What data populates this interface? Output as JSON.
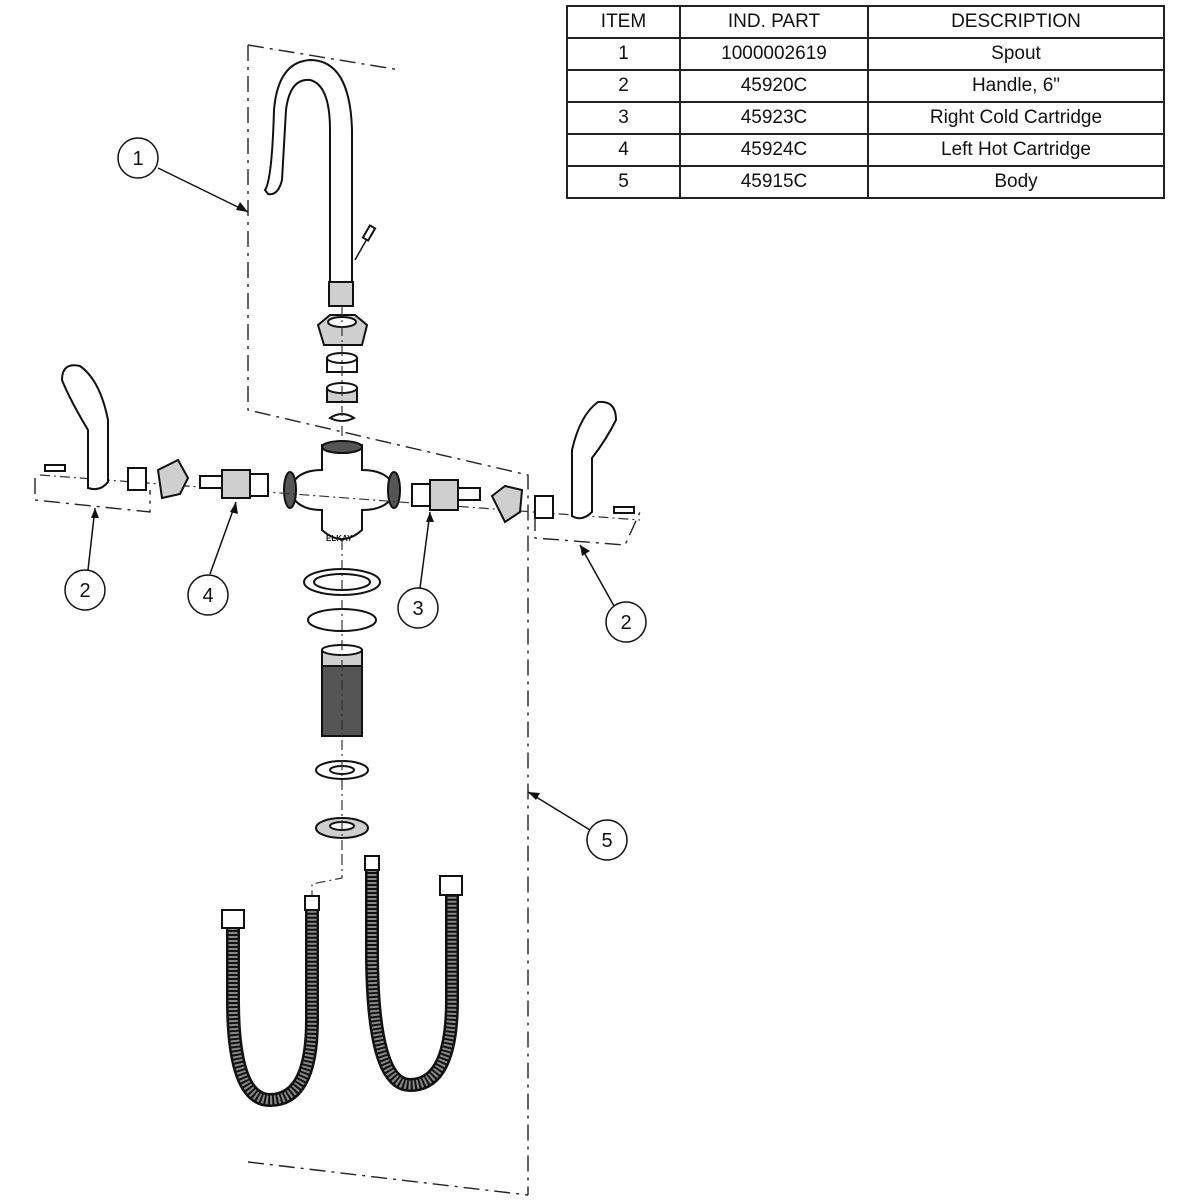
{
  "parts_table": {
    "headers": [
      "ITEM",
      "IND. PART",
      "DESCRIPTION"
    ],
    "rows": [
      {
        "item": "1",
        "part": "1000002619",
        "description": "Spout"
      },
      {
        "item": "2",
        "part": "45920C",
        "description": "Handle, 6\""
      },
      {
        "item": "3",
        "part": "45923C",
        "description": "Right Cold Cartridge"
      },
      {
        "item": "4",
        "part": "45924C",
        "description": "Left Hot Cartridge"
      },
      {
        "item": "5",
        "part": "45915C",
        "description": "Body"
      }
    ]
  },
  "callouts": {
    "spout": "1",
    "handle_left": "2",
    "hot_cartridge": "4",
    "cold_cartridge": "3",
    "handle_right": "2",
    "body": "5"
  },
  "body_marking": "ELKAY"
}
